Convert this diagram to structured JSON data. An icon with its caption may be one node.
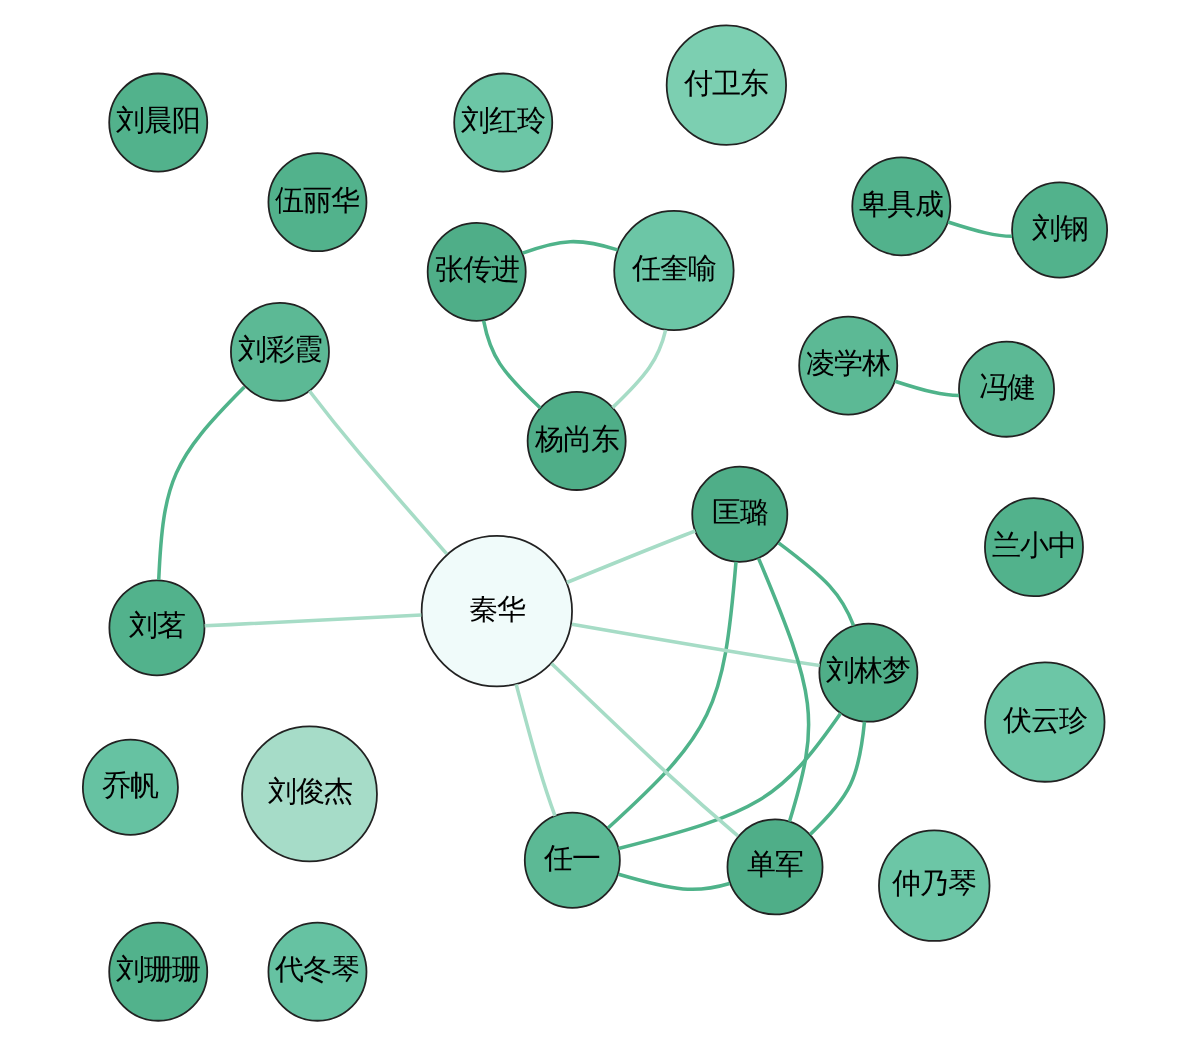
{
  "diagram": {
    "nodes": [
      {
        "text": [
          "仲乃琴"
        ]
      },
      {
        "text": [
          "张传进"
        ]
      },
      {
        "text": [
          "伍丽华"
        ]
      },
      {
        "text": [
          "任奎喻"
        ]
      },
      {
        "text": [
          "任一"
        ]
      },
      {
        "text": [
          "凌学林"
        ]
      },
      {
        "text": [
          "刘红玲"
        ]
      },
      {
        "text": [
          "杨尚东"
        ]
      },
      {
        "text": [
          "刘林梦"
        ]
      },
      {
        "text": [
          "刘晨阳"
        ]
      },
      {
        "text": [
          "刘俊杰"
        ]
      },
      {
        "text": [
          "单军"
        ]
      },
      {
        "text": [
          "冯健"
        ]
      },
      {
        "text": [
          "秦华"
        ]
      },
      {
        "text": [
          "刘珊珊"
        ]
      },
      {
        "text": [
          "伏云珍"
        ]
      },
      {
        "text": [
          "匡璐"
        ]
      },
      {
        "text": [
          "刘彩霞"
        ]
      },
      {
        "text": [
          "付卫东"
        ]
      },
      {
        "text": [
          "代冬琴"
        ]
      },
      {
        "text": [
          "卑具成"
        ]
      },
      {
        "text": [
          "刘茗"
        ]
      },
      {
        "text": [
          "乔帆"
        ]
      },
      {
        "text": [
          "兰小中"
        ]
      },
      {
        "text": [
          "刘钢"
        ]
      }
    ],
    "edges": [
      {
        "from": 1,
        "to": 7,
        "arrow": "none"
      },
      {
        "from": 1,
        "to": 3,
        "arrow": "none"
      },
      {
        "from": 3,
        "to": 7,
        "arrow": "none",
        "color": "#a6dcc6"
      },
      {
        "from": 4,
        "to": 8,
        "arrow": "none"
      },
      {
        "from": 4,
        "to": 11,
        "arrow": "none"
      },
      {
        "from": 4,
        "to": 16,
        "arrow": "none"
      },
      {
        "from": 4,
        "to": 13,
        "arrow": "none",
        "color": "#a6dcc6"
      },
      {
        "from": 5,
        "to": 12,
        "arrow": "none"
      },
      {
        "from": 8,
        "to": 11,
        "arrow": "none"
      },
      {
        "from": 8,
        "to": 16,
        "arrow": "none"
      },
      {
        "from": 8,
        "to": 13,
        "arrow": "none",
        "color": "#a6dcc6"
      },
      {
        "from": 11,
        "to": 16,
        "arrow": "none"
      },
      {
        "from": 11,
        "to": 13,
        "arrow": "none",
        "color": "#a6dcc6"
      },
      {
        "from": 16,
        "to": 13,
        "arrow": "none",
        "color": "#a6dcc6"
      },
      {
        "from": 13,
        "to": 17,
        "arrow": "none",
        "color": "#a6dcc6"
      },
      {
        "from": 13,
        "to": 21,
        "arrow": "none",
        "color": "#a6dcc6"
      },
      {
        "from": 17,
        "to": 21,
        "arrow": "none"
      },
      {
        "from": 20,
        "to": 24,
        "arrow": "none"
      }
    ]
  }
}
